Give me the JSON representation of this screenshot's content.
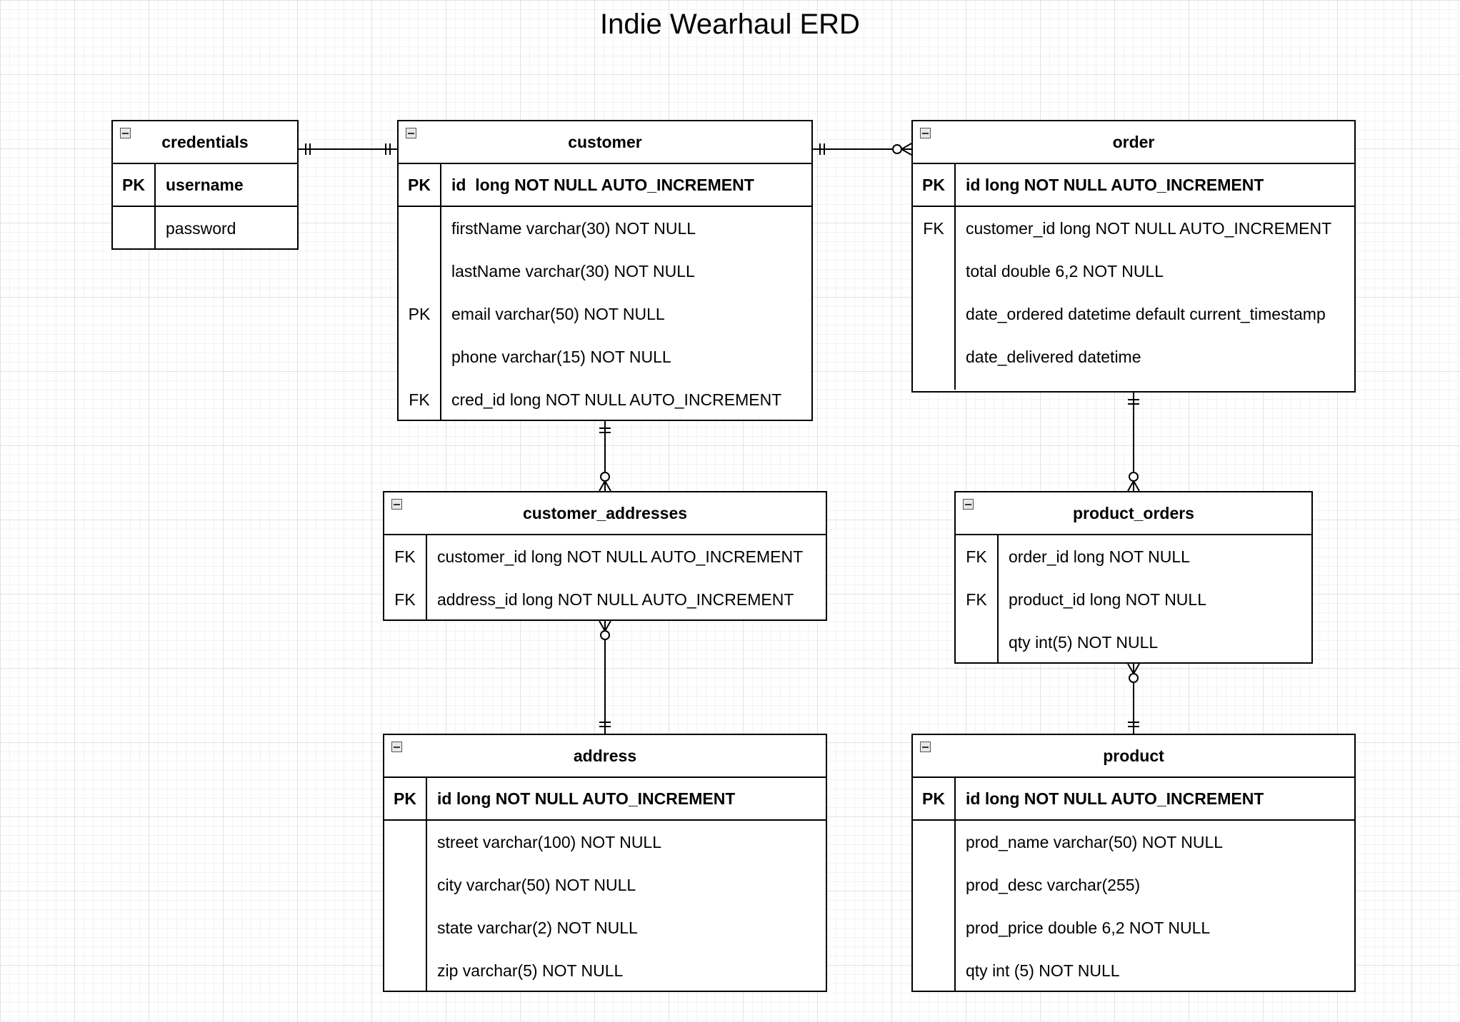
{
  "diagram": {
    "title": "Indie Wearhaul ERD"
  },
  "entities": {
    "credentials": {
      "name": "credentials",
      "pk": {
        "key": "PK",
        "field": "username"
      },
      "rows": [
        {
          "key": "",
          "field": "password"
        }
      ]
    },
    "customer": {
      "name": "customer",
      "pk": {
        "key": "PK",
        "field": "id  long NOT NULL AUTO_INCREMENT"
      },
      "rows": [
        {
          "key": "",
          "field": "firstName varchar(30) NOT NULL"
        },
        {
          "key": "",
          "field": "lastName varchar(30) NOT NULL"
        },
        {
          "key": "PK",
          "field": "email varchar(50) NOT NULL"
        },
        {
          "key": "",
          "field": "phone varchar(15) NOT NULL"
        },
        {
          "key": "FK",
          "field": "cred_id long NOT NULL AUTO_INCREMENT"
        }
      ]
    },
    "order": {
      "name": "order",
      "pk": {
        "key": "PK",
        "field": "id long NOT NULL AUTO_INCREMENT"
      },
      "rows": [
        {
          "key": "FK",
          "field": "customer_id long NOT NULL AUTO_INCREMENT"
        },
        {
          "key": "",
          "field": "total double 6,2 NOT NULL"
        },
        {
          "key": "",
          "field": "date_ordered datetime default current_timestamp"
        },
        {
          "key": "",
          "field": "date_delivered datetime"
        }
      ]
    },
    "customer_addresses": {
      "name": "customer_addresses",
      "rows": [
        {
          "key": "FK",
          "field": "customer_id long NOT NULL AUTO_INCREMENT"
        },
        {
          "key": "FK",
          "field": "address_id long NOT NULL AUTO_INCREMENT"
        }
      ]
    },
    "product_orders": {
      "name": "product_orders",
      "rows": [
        {
          "key": "FK",
          "field": "order_id long NOT NULL"
        },
        {
          "key": "FK",
          "field": "product_id long NOT NULL"
        },
        {
          "key": "",
          "field": "qty int(5) NOT NULL"
        }
      ]
    },
    "address": {
      "name": "address",
      "pk": {
        "key": "PK",
        "field": "id long NOT NULL AUTO_INCREMENT"
      },
      "rows": [
        {
          "key": "",
          "field": "street varchar(100) NOT NULL"
        },
        {
          "key": "",
          "field": "city varchar(50) NOT NULL"
        },
        {
          "key": "",
          "field": "state varchar(2) NOT NULL"
        },
        {
          "key": "",
          "field": "zip varchar(5) NOT NULL"
        }
      ]
    },
    "product": {
      "name": "product",
      "pk": {
        "key": "PK",
        "field": "id long NOT NULL AUTO_INCREMENT"
      },
      "rows": [
        {
          "key": "",
          "field": "prod_name varchar(50) NOT NULL"
        },
        {
          "key": "",
          "field": "prod_desc varchar(255)"
        },
        {
          "key": "",
          "field": "prod_price double 6,2 NOT NULL"
        },
        {
          "key": "",
          "field": "qty int (5) NOT NULL"
        }
      ]
    }
  },
  "relationships": [
    {
      "from": "credentials",
      "to": "customer",
      "from_end": "one-and-only-one",
      "to_end": "one-and-only-one"
    },
    {
      "from": "customer",
      "to": "order",
      "from_end": "one-and-only-one",
      "to_end": "zero-or-many"
    },
    {
      "from": "customer",
      "to": "customer_addresses",
      "from_end": "one-and-only-one",
      "to_end": "zero-or-many"
    },
    {
      "from": "customer_addresses",
      "to": "address",
      "from_end": "zero-or-many",
      "to_end": "one-and-only-one"
    },
    {
      "from": "order",
      "to": "product_orders",
      "from_end": "one-and-only-one",
      "to_end": "zero-or-many"
    },
    {
      "from": "product_orders",
      "to": "product",
      "from_end": "zero-or-many",
      "to_end": "one-and-only-one"
    }
  ]
}
